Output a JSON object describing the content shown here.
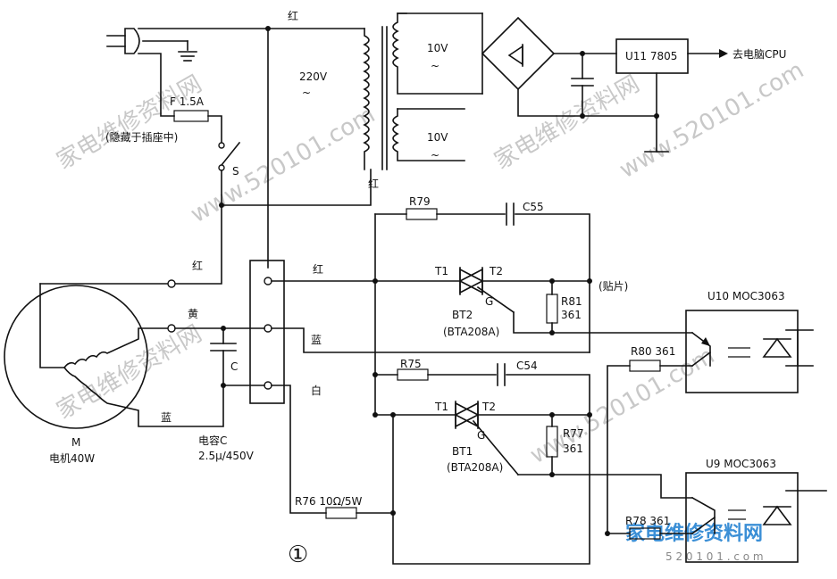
{
  "labels": {
    "wire_red_top": "红",
    "wire_red_trans": "红",
    "wire_red_motor": "红",
    "wire_red_term": "红",
    "wire_yellow": "黄",
    "wire_blue_term": "蓝",
    "wire_blue_motor": "蓝",
    "wire_white": "白",
    "primary_voltage": "220V",
    "tilde_primary": "~",
    "sec1_voltage": "10V",
    "sec1_tilde": "~",
    "sec2_voltage": "10V",
    "sec2_tilde": "~",
    "regulator": "U11 7805",
    "to_cpu": "去电脑CPU",
    "fuse": "F 1.5A",
    "fuse_note": "(隐藏于插座中)",
    "switch": "S",
    "r79": "R79",
    "c55": "C55",
    "t1_top": "T1",
    "t2_top": "T2",
    "g_top": "G",
    "smd_note": "(贴片)",
    "r81": "R81",
    "r81_val": "361",
    "bt2": "BT2",
    "bt2_part": "(BTA208A)",
    "u10": "U10 MOC3063",
    "r80": "R80 361",
    "r75": "R75",
    "c54": "C54",
    "t1_bot": "T1",
    "t2_bot": "T2",
    "g_bot": "G",
    "r77": "R77",
    "r77_val": "361",
    "bt1": "BT1",
    "bt1_part": "(BTA208A)",
    "u9": "U9 MOC3063",
    "r76": "R76 10Ω/5W",
    "r78": "R78 361",
    "cap_c": "C",
    "cap_label": "电容C",
    "cap_value": "2.5μ/450V",
    "motor_m": "M",
    "motor_label": "电机40W",
    "figure_no": "①",
    "watermark_site": "www.520101.com",
    "watermark_brand": "家电维修资料网",
    "watermark_brand_blue": "家电维修资料网",
    "watermark_footer": "5 2 0 1 0 1 . c o m"
  },
  "colors": {
    "ink": "#111111",
    "watermark": "#c8c8c8",
    "brand_blue": "#3b8fd6"
  }
}
